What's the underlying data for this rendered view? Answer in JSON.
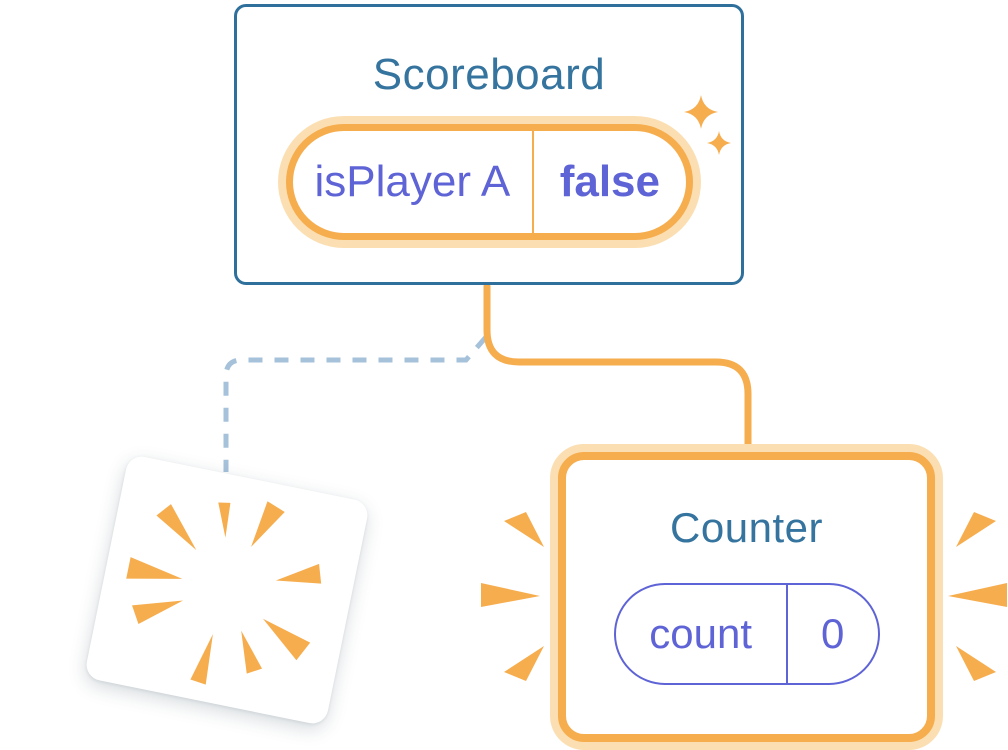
{
  "illustration": {
    "description": "React component tree state diagram: Scoreboard keeps its state while a Counter is removed (poof) and a new Counter is added",
    "background": "#FFFFFF",
    "scoreboard": {
      "title": "Scoreboard",
      "state": {
        "label": "isPlayer A",
        "value": "false"
      }
    },
    "counter": {
      "title": "Counter",
      "state": {
        "label": "count",
        "value": "0"
      }
    },
    "icons": {
      "sparkles": "sparkles-icon",
      "poof_burst": "poof-burst-icon",
      "emphasis_left": "emphasis-marks-left-icon",
      "emphasis_right": "emphasis-marks-right-icon"
    },
    "connectors": {
      "solid_edge": "scoreboard-to-new-counter",
      "dashed_edge": "scoreboard-to-removed-counter"
    },
    "colors": {
      "card_border_blue": "#2F6F9B",
      "title_blue": "#35749E",
      "orange": "#F6AD4E",
      "orange_halo": "#FBDFB2",
      "purple": "#5E63D6",
      "dashed_blue": "#A6C2DA",
      "white": "#FFFFFF"
    }
  }
}
